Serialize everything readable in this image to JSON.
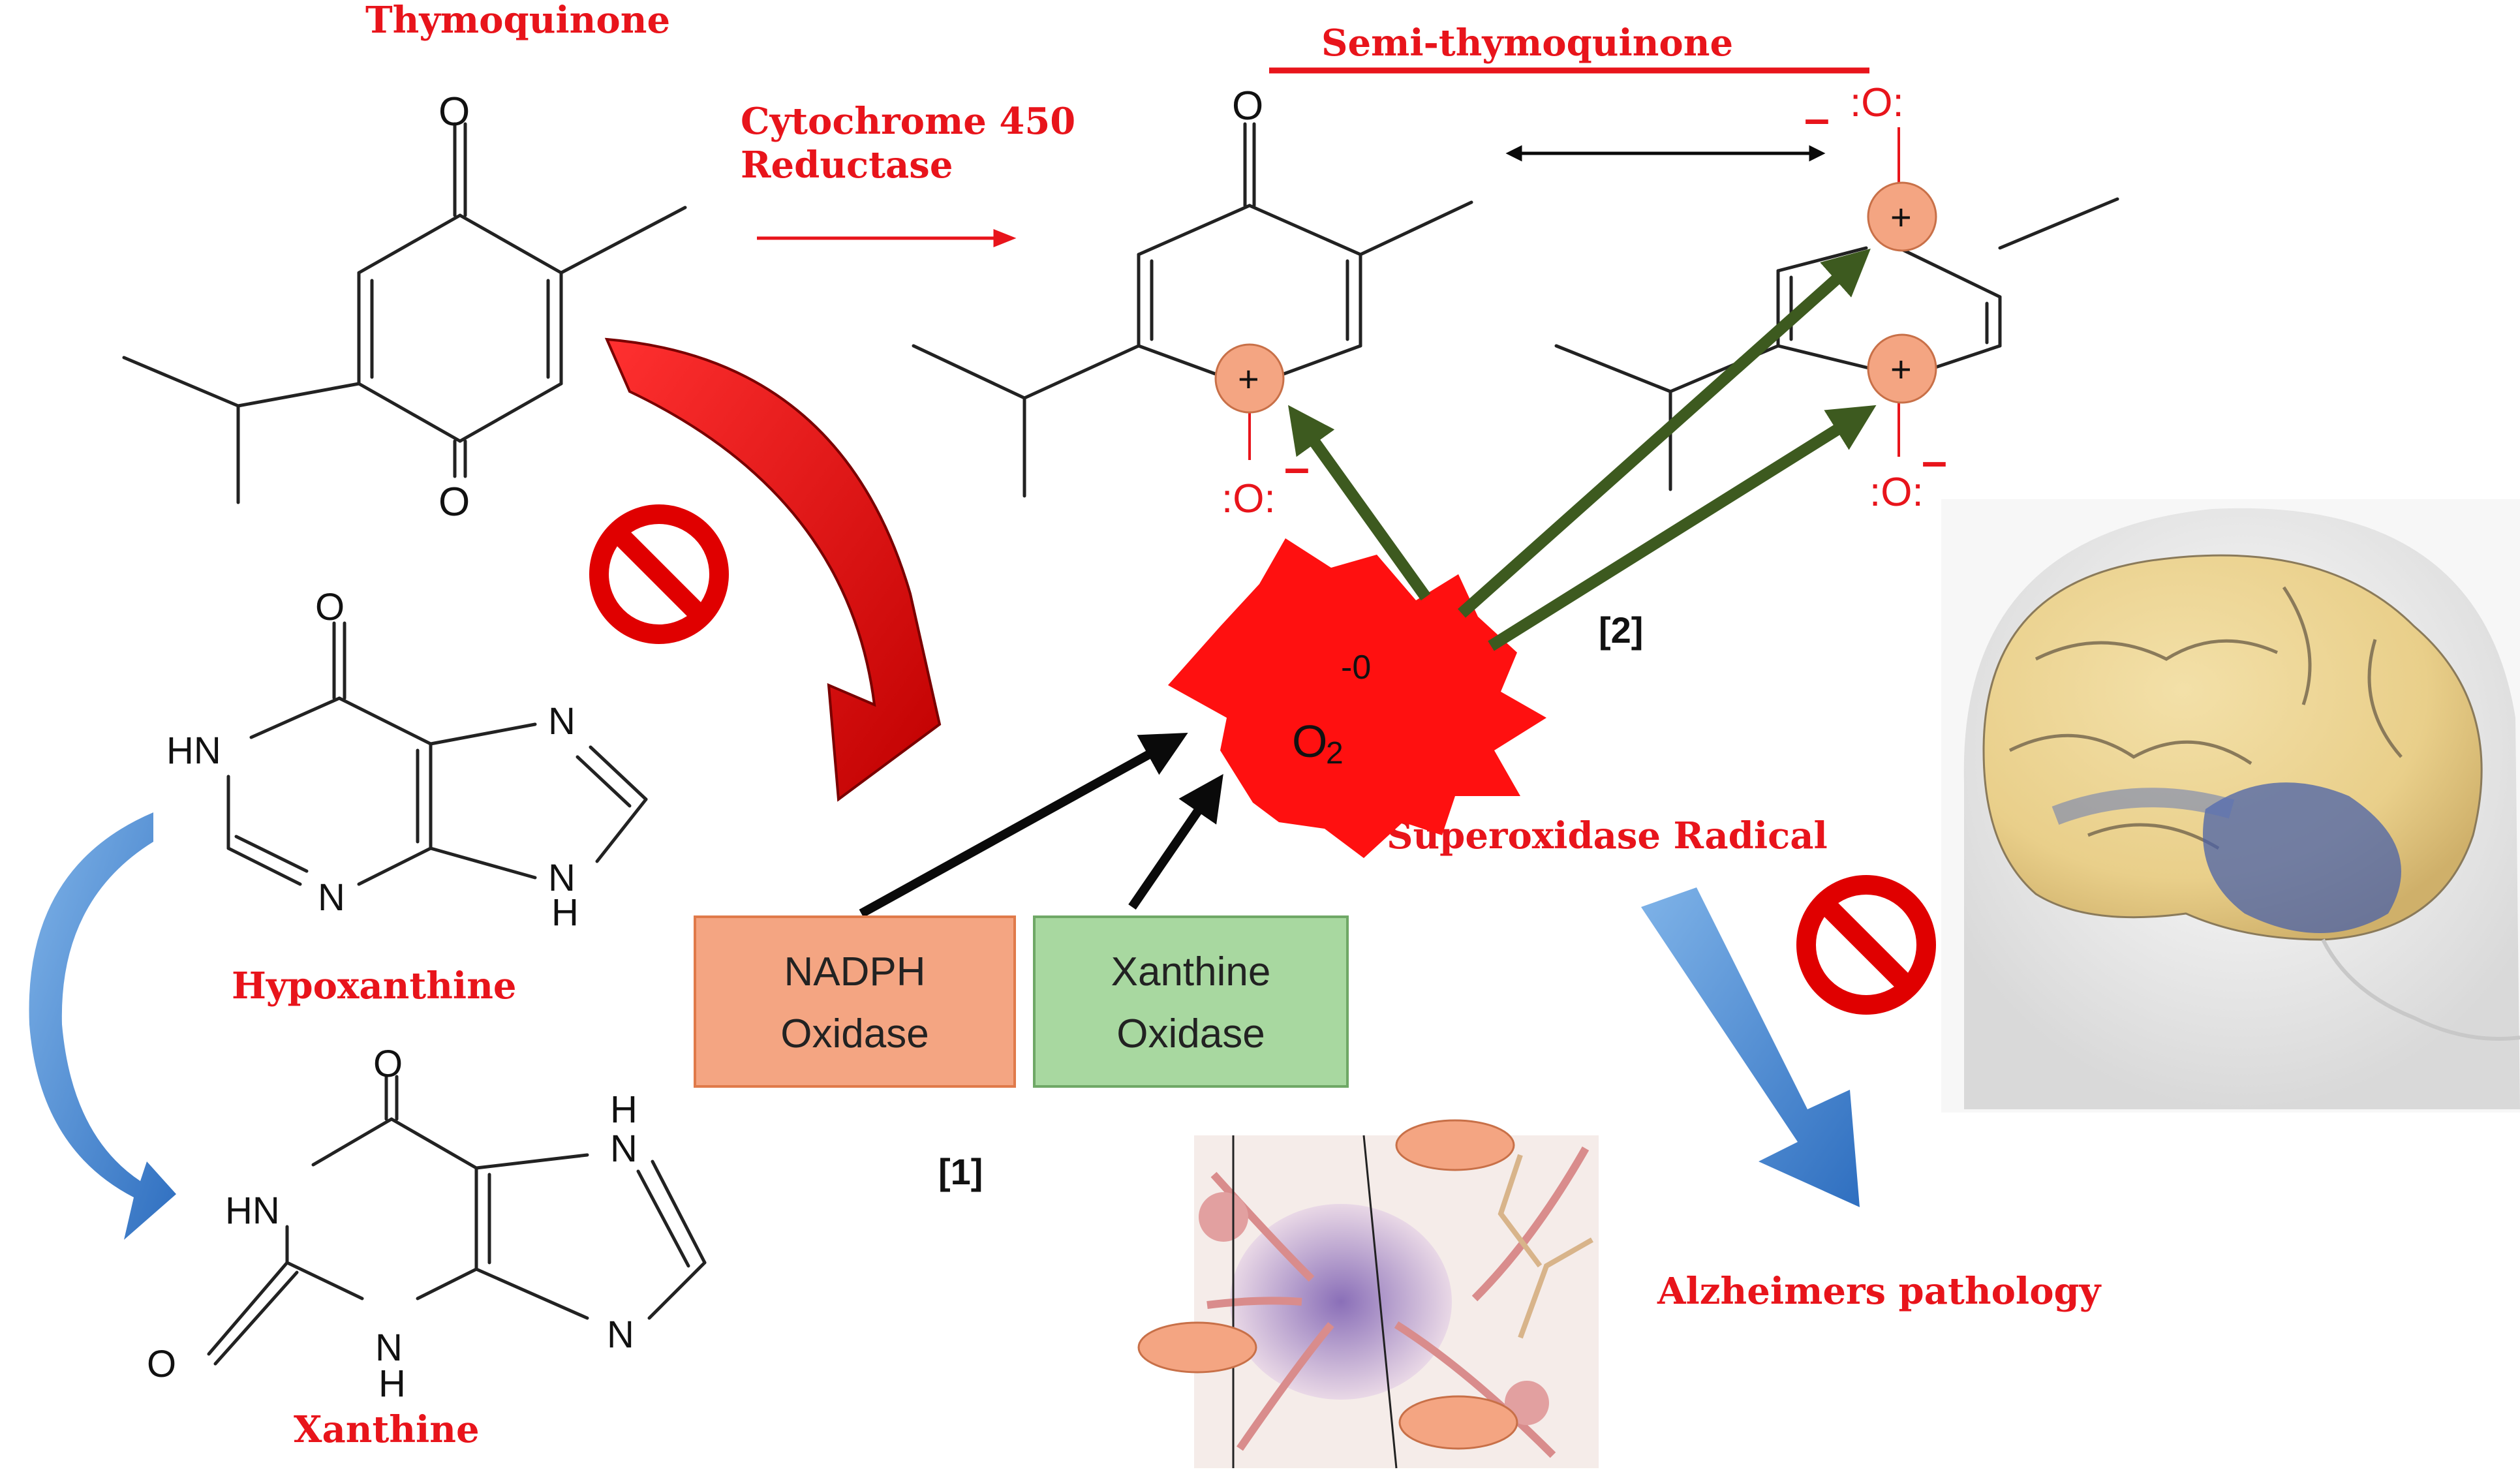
{
  "colors": {
    "label_red": "#e8141b",
    "bond": "#222222",
    "green_arrow": "#3d5a1f",
    "black_arrow": "#0a0a0a",
    "blue_arrow": "#4a90d9",
    "nadph_box": "#f4a582",
    "xanthine_box": "#9fd39a",
    "radical_circle": "#f4a582",
    "star": "#ff1010"
  },
  "labels": {
    "thymoquinone": "Thymoquinone",
    "enzyme_line1": "Cytochrome 450",
    "enzyme_line2": "Reductase",
    "semi_thymoquinone": "Semi-thymoquinone",
    "hypoxanthine": "Hypoxanthine",
    "xanthine": "Xanthine",
    "superoxidase": "Superoxidase Radical",
    "alzheimers": "Alzheimers pathology"
  },
  "atoms": {
    "oxygen": "O",
    "hn": "HN",
    "n": "N",
    "h": "H",
    "plus": "+",
    "minus": "–",
    "o_radical": ":O:"
  },
  "boxes": {
    "nadph_line1": "NADPH",
    "nadph_line2": "Oxidase",
    "xanthine_line1": "Xanthine",
    "xanthine_line2": "Oxidase"
  },
  "superoxide": {
    "symbol": "O",
    "subscript": "2",
    "charge": "-0"
  },
  "refs": {
    "ref1": "[1]",
    "ref2": "[2]"
  },
  "icons": [
    "prohibition-icon",
    "brain-illustration",
    "neuron-plaque-illustration",
    "explosion-star-icon"
  ]
}
